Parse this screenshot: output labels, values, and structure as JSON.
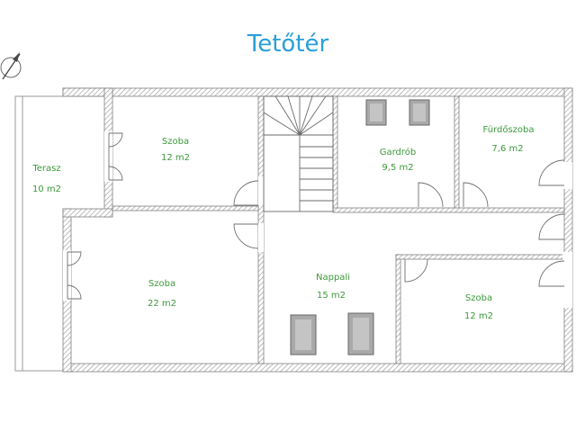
{
  "title": "Tetőtér",
  "colors": {
    "title": "#2a9fd8",
    "labels": "#3c9a3c",
    "walls": "#808080"
  },
  "icons": {
    "compass": "north-arrow-icon",
    "skylight": "roof-window-icon",
    "stairs": "spiral-staircase-icon"
  },
  "rooms": [
    {
      "id": "terasz",
      "name": "Terasz",
      "area": "10 m2"
    },
    {
      "id": "szoba1",
      "name": "Szoba",
      "area": "12 m2"
    },
    {
      "id": "szoba2",
      "name": "Szoba",
      "area": "22 m2"
    },
    {
      "id": "nappali",
      "name": "Nappali",
      "area": "15 m2"
    },
    {
      "id": "gardrob",
      "name": "Gardrób",
      "area": "9,5 m2"
    },
    {
      "id": "furdoszoba",
      "name": "Fürdőszoba",
      "area": "7,6 m2"
    },
    {
      "id": "szoba3",
      "name": "Szoba",
      "area": "12 m2"
    }
  ]
}
